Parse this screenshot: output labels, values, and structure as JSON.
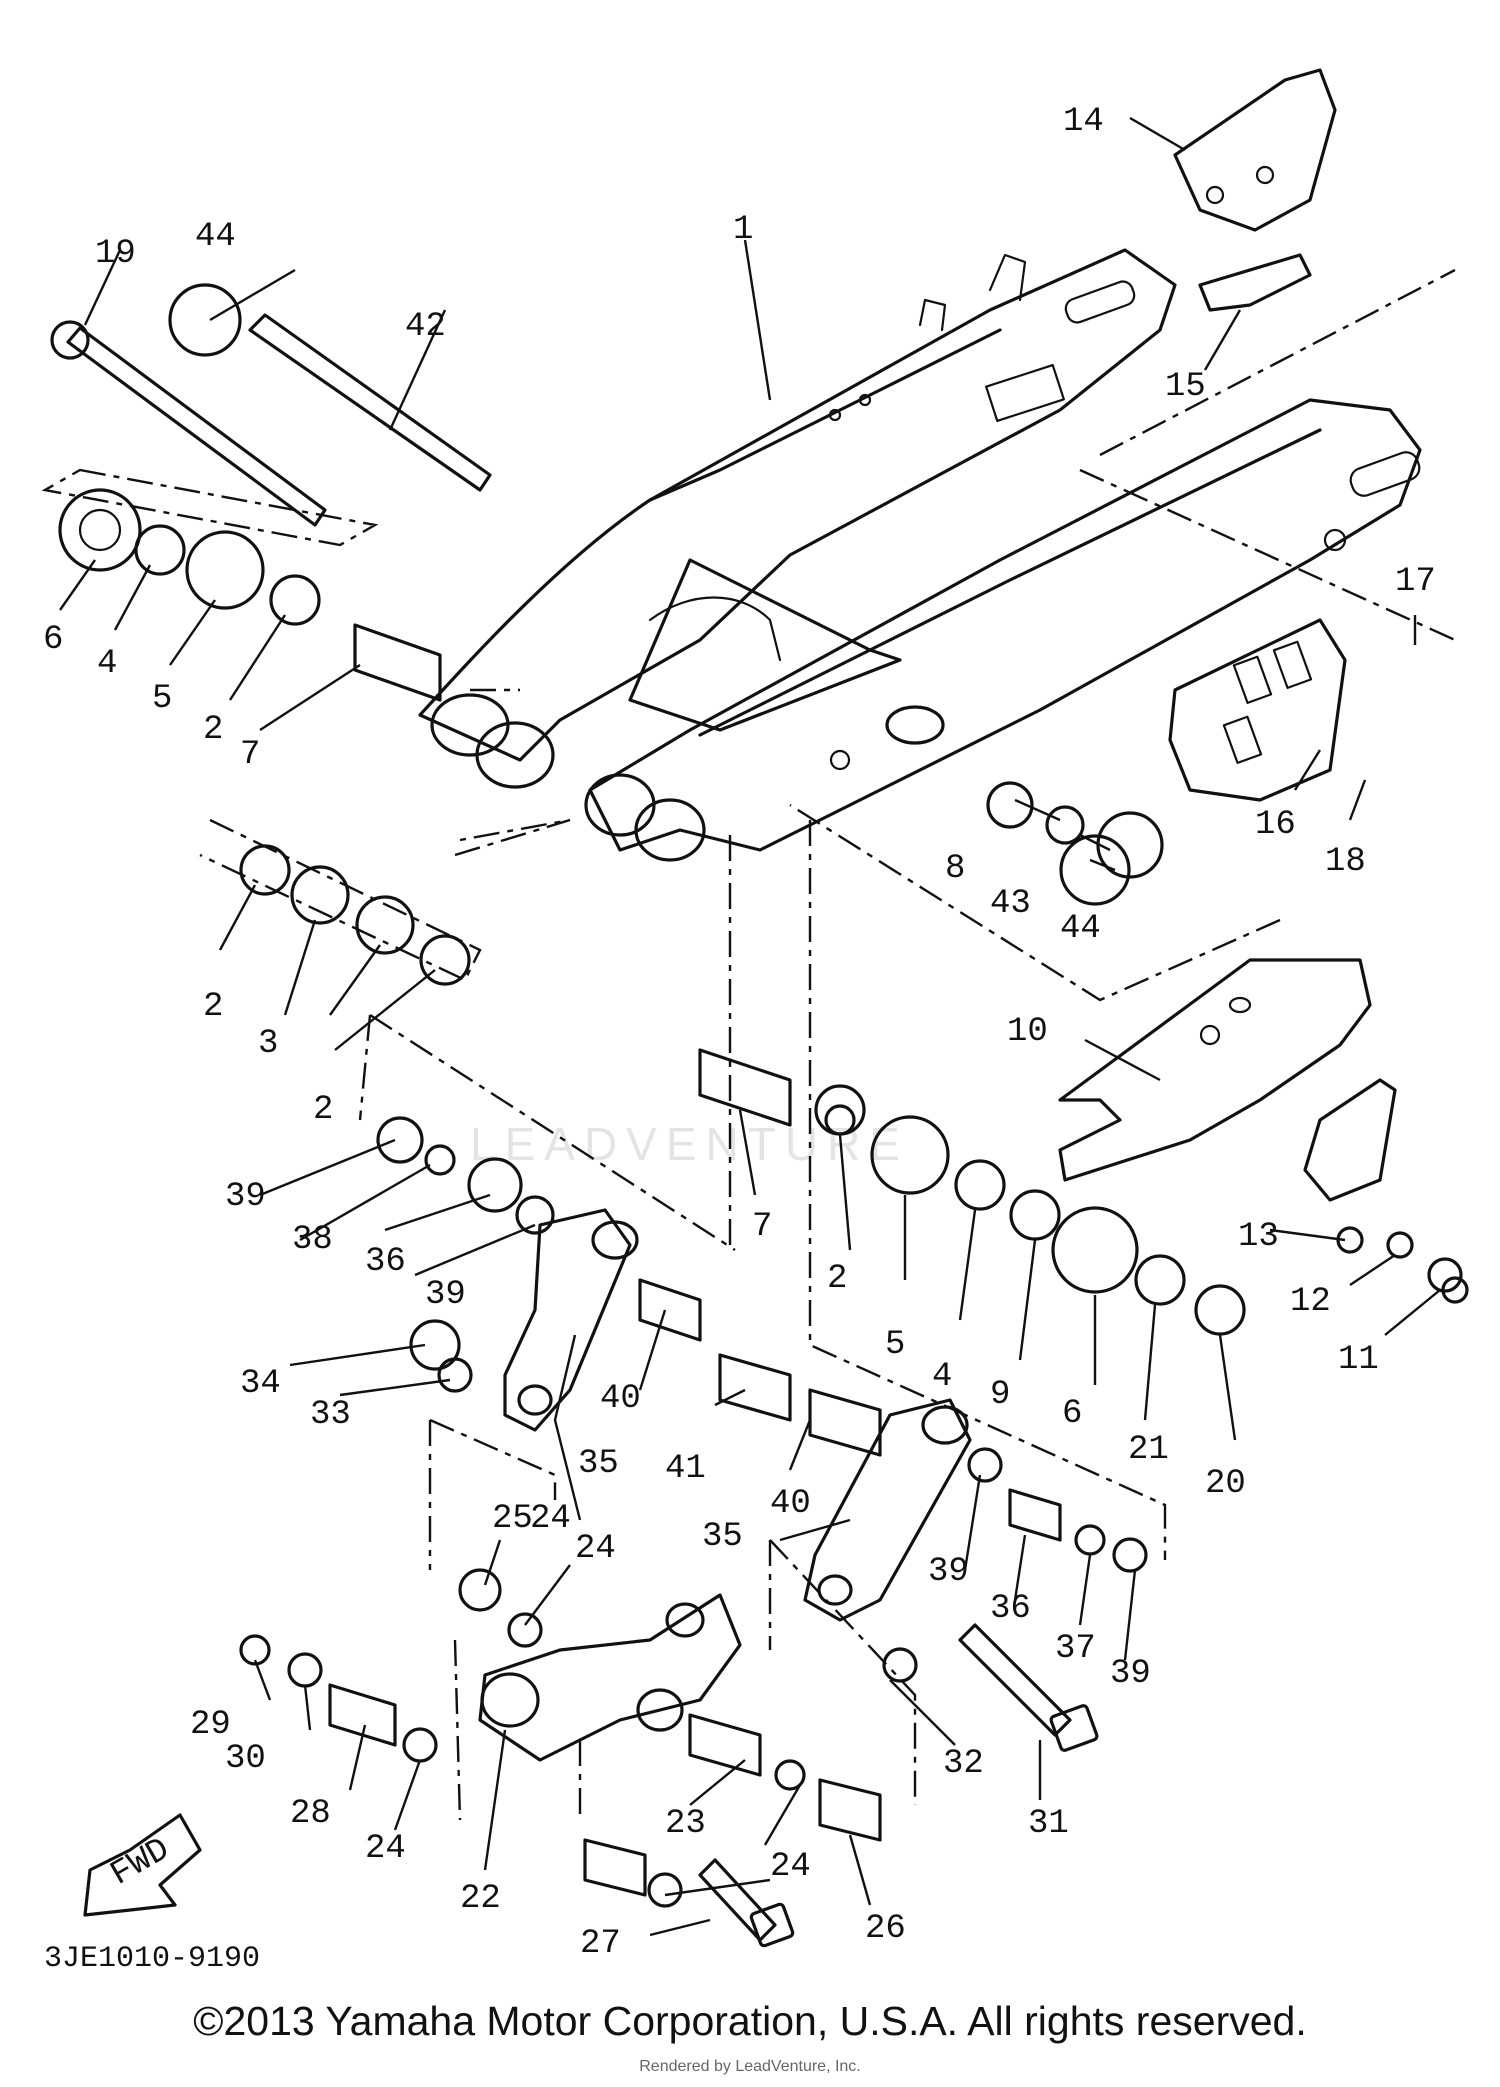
{
  "diagram": {
    "code": "3JE1010-9190",
    "fwd_label": "FWD",
    "copyright": "©2013 Yamaha Motor Corporation, U.S.A. All rights reserved.",
    "rendered_by": "Rendered by LeadVenture, Inc.",
    "watermark": "LEADVENTURE",
    "callouts": [
      {
        "id": "c1",
        "label": "1"
      },
      {
        "id": "c2a",
        "label": "2"
      },
      {
        "id": "c2b",
        "label": "2"
      },
      {
        "id": "c2c",
        "label": "2"
      },
      {
        "id": "c2d",
        "label": "2"
      },
      {
        "id": "c3",
        "label": "3"
      },
      {
        "id": "c4a",
        "label": "4"
      },
      {
        "id": "c4b",
        "label": "4"
      },
      {
        "id": "c5a",
        "label": "5"
      },
      {
        "id": "c5b",
        "label": "5"
      },
      {
        "id": "c6a",
        "label": "6"
      },
      {
        "id": "c6b",
        "label": "6"
      },
      {
        "id": "c7a",
        "label": "7"
      },
      {
        "id": "c7b",
        "label": "7"
      },
      {
        "id": "c8",
        "label": "8"
      },
      {
        "id": "c9",
        "label": "9"
      },
      {
        "id": "c10",
        "label": "10"
      },
      {
        "id": "c11",
        "label": "11"
      },
      {
        "id": "c12",
        "label": "12"
      },
      {
        "id": "c13",
        "label": "13"
      },
      {
        "id": "c14",
        "label": "14"
      },
      {
        "id": "c15",
        "label": "15"
      },
      {
        "id": "c16",
        "label": "16"
      },
      {
        "id": "c17",
        "label": "17"
      },
      {
        "id": "c18",
        "label": "18"
      },
      {
        "id": "c19",
        "label": "19"
      },
      {
        "id": "c20",
        "label": "20"
      },
      {
        "id": "c21",
        "label": "21"
      },
      {
        "id": "c22",
        "label": "22"
      },
      {
        "id": "c23",
        "label": "23"
      },
      {
        "id": "c24a",
        "label": "24"
      },
      {
        "id": "c24b",
        "label": "24"
      },
      {
        "id": "c24c",
        "label": "24"
      },
      {
        "id": "c24d",
        "label": "24"
      },
      {
        "id": "c25",
        "label": "25"
      },
      {
        "id": "c26",
        "label": "26"
      },
      {
        "id": "c27",
        "label": "27"
      },
      {
        "id": "c28",
        "label": "28"
      },
      {
        "id": "c29",
        "label": "29"
      },
      {
        "id": "c30",
        "label": "30"
      },
      {
        "id": "c31",
        "label": "31"
      },
      {
        "id": "c32",
        "label": "32"
      },
      {
        "id": "c33",
        "label": "33"
      },
      {
        "id": "c34",
        "label": "34"
      },
      {
        "id": "c35a",
        "label": "35"
      },
      {
        "id": "c35b",
        "label": "35"
      },
      {
        "id": "c36a",
        "label": "36"
      },
      {
        "id": "c36b",
        "label": "36"
      },
      {
        "id": "c37",
        "label": "37"
      },
      {
        "id": "c38",
        "label": "38"
      },
      {
        "id": "c39a",
        "label": "39"
      },
      {
        "id": "c39b",
        "label": "39"
      },
      {
        "id": "c39c",
        "label": "39"
      },
      {
        "id": "c39d",
        "label": "39"
      },
      {
        "id": "c40a",
        "label": "40"
      },
      {
        "id": "c40b",
        "label": "40"
      },
      {
        "id": "c41",
        "label": "41"
      },
      {
        "id": "c42",
        "label": "42"
      },
      {
        "id": "c43",
        "label": "43"
      },
      {
        "id": "c44a",
        "label": "44"
      },
      {
        "id": "c44b",
        "label": "44"
      }
    ]
  }
}
